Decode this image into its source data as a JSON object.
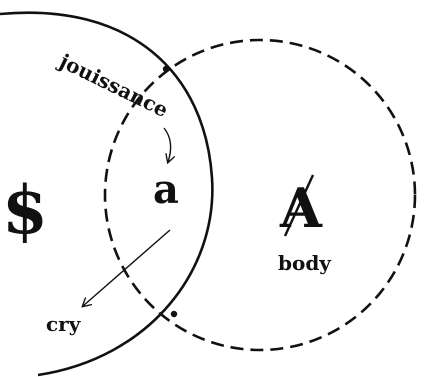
{
  "diagram": {
    "labels": {
      "jouissance": "jouissance",
      "subject": "$",
      "object_a": "a",
      "other": "A",
      "body": "body",
      "cry": "cry"
    },
    "colors": {
      "ink": "#111111",
      "background": "#ffffff"
    }
  }
}
